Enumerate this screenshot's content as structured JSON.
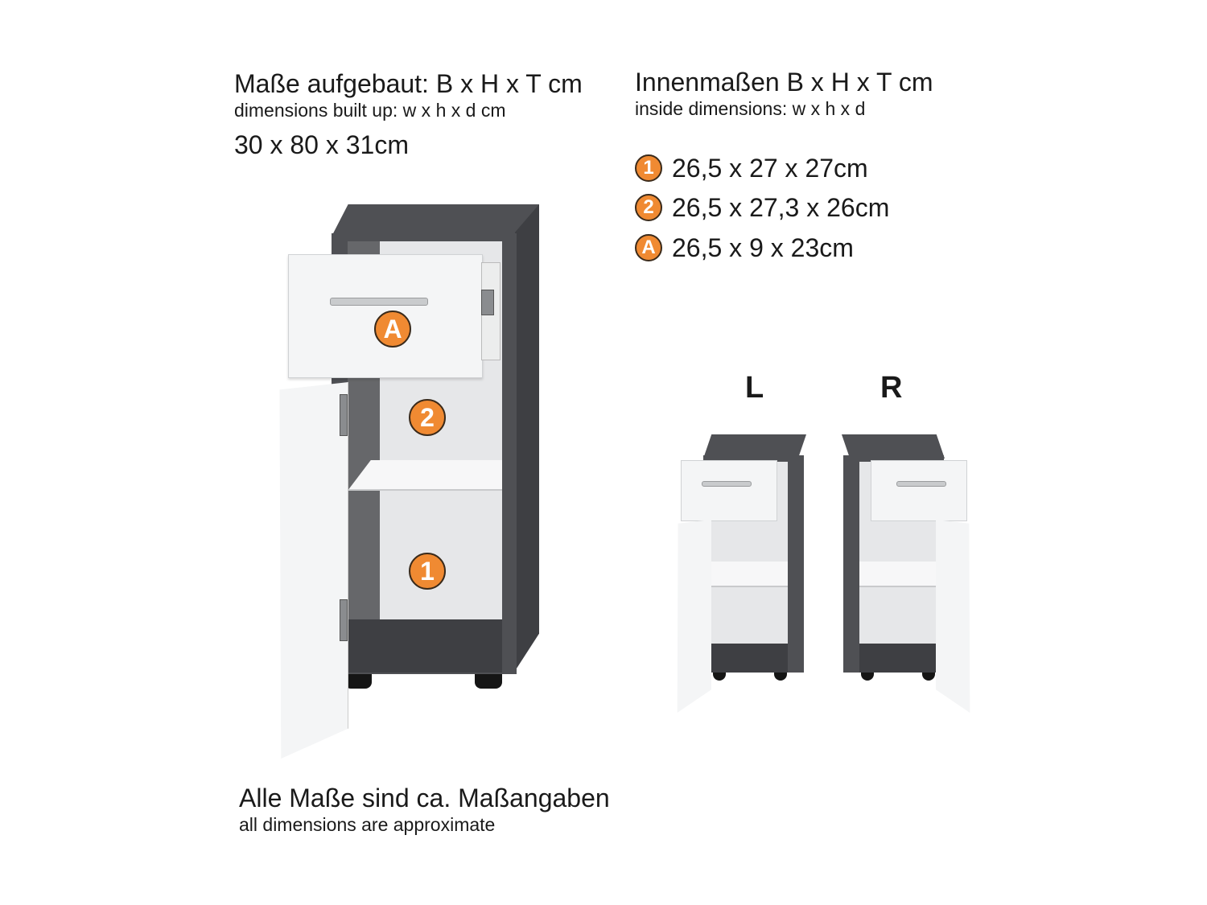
{
  "outer_dimensions": {
    "title_de": "Maße aufgebaut: B x H x T cm",
    "title_en": "dimensions built up: w x h x d cm",
    "value": "30 x 80 x 31cm"
  },
  "inner_dimensions": {
    "title_de": "Innenmaßen B x H x T cm",
    "title_en": "inside dimensions: w x h x d",
    "items": [
      {
        "badge": "1",
        "value": "26,5 x 27 x 27cm"
      },
      {
        "badge": "2",
        "value": "26,5 x 27,3 x 26cm"
      },
      {
        "badge": "A",
        "value": "26,5 x 9 x 23cm"
      }
    ]
  },
  "cabinet_labels": {
    "drawer": "A",
    "upper_compartment": "2",
    "lower_compartment": "1"
  },
  "variants": {
    "left": "L",
    "right": "R"
  },
  "footer": {
    "note_de": "Alle Maße sind ca. Maßangaben",
    "note_en": "all dimensions are approximate"
  },
  "colors": {
    "badge": "#f08a32",
    "body": "#4f5054",
    "front": "#f4f5f6"
  }
}
